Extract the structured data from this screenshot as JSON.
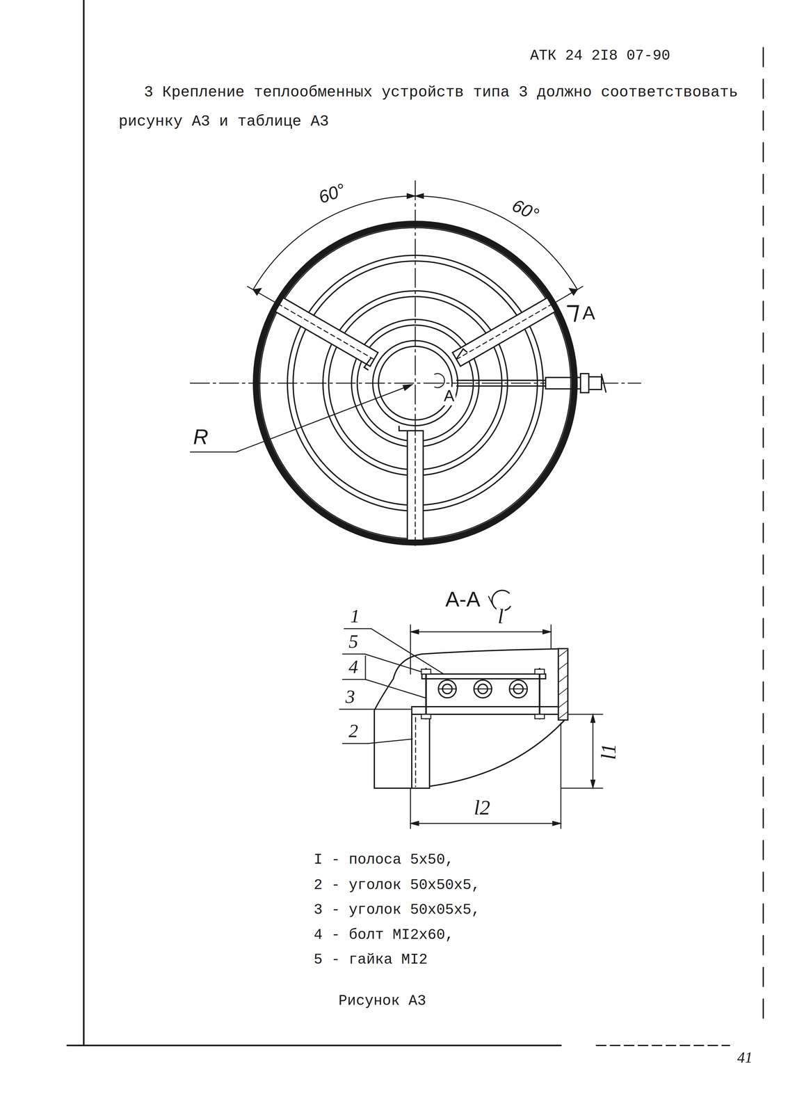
{
  "diagram": {
    "caption": "Рисунок А3",
    "labels": [
      "АТК 24 2I8 07-90",
      "3 Крепление теплообменных устройств типа 3 должно соответствовать рисунку А3 и таблице А3",
      "60°",
      "60°",
      "А",
      "А",
      "R",
      "А-А",
      "l",
      "1",
      "5",
      "4",
      "3",
      "2",
      "l1",
      "l2",
      "I - полоса 5x50,",
      "2 - уголок 50x50x5,",
      "3 - уголок 50x05x5,",
      "4 - болт МI2x60,",
      "5 - гайка МI2",
      "41"
    ]
  }
}
